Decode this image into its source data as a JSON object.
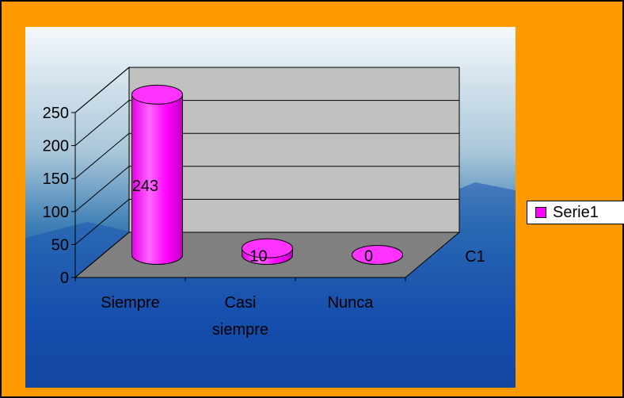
{
  "colors": {
    "frame_bg": "#FF9900",
    "series": "#FF00FF",
    "series_dark": "#CC00CC",
    "back_wall": "#C0C0C0",
    "floor": "#808080",
    "plot_sky_top": "#F0F6FA",
    "plot_sky_bottom": "#0B3A9A"
  },
  "chart_data": {
    "type": "bar",
    "style": "3d-cylinder",
    "categories": [
      "Siempre",
      "Casi siempre",
      "Nunca"
    ],
    "category_lines": [
      [
        "Siempre"
      ],
      [
        "Casi",
        "siempre"
      ],
      [
        "Nunca"
      ]
    ],
    "series": [
      {
        "name": "Serie1",
        "values": [
          243,
          10,
          0
        ]
      }
    ],
    "data_labels": [
      "243",
      "10",
      "0"
    ],
    "yticks": [
      "0",
      "50",
      "100",
      "150",
      "200",
      "250"
    ],
    "ylim": [
      0,
      250
    ],
    "depth_label": "C1",
    "grid": true,
    "legend": {
      "position": "right",
      "entries": [
        "Serie1"
      ]
    }
  }
}
